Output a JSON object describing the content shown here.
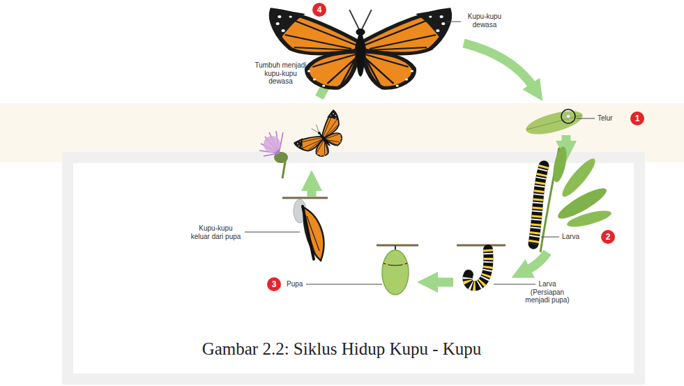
{
  "diagram": {
    "caption": "Gambar 2.2: Siklus Hidup Kupu - Kupu",
    "labels": [
      "4",
      "Kupu-kupu dewasa",
      "Tumbuh menjadi kupu-kupu dewasa",
      "Telur",
      "1",
      "Larva",
      "2",
      "Kupu-kupu keluar dari pupa",
      "3",
      "Pupa",
      "Larva (Persiapan menjadi pupa)"
    ]
  }
}
